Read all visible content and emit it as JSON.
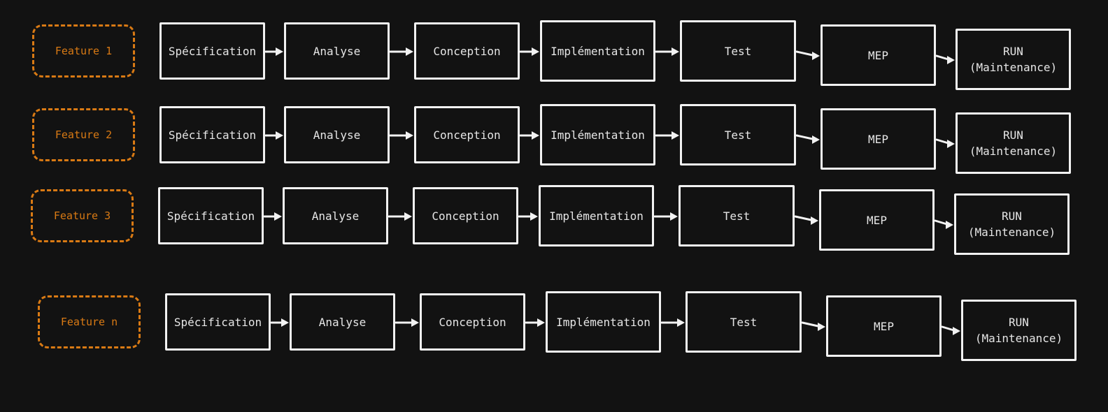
{
  "diagram": {
    "colors": {
      "background": "#121212",
      "feature_border": "#d97a14",
      "stage_border": "#f2f2f2",
      "stage_text": "#e6e6e6"
    },
    "stages": [
      "Spécification",
      "Analyse",
      "Conception",
      "Implémentation",
      "Test",
      "MEP",
      "RUN\n(Maintenance)"
    ],
    "rows": [
      {
        "feature": "Feature 1"
      },
      {
        "feature": "Feature 2"
      },
      {
        "feature": "Feature 3"
      },
      {
        "feature": "Feature n"
      }
    ]
  }
}
